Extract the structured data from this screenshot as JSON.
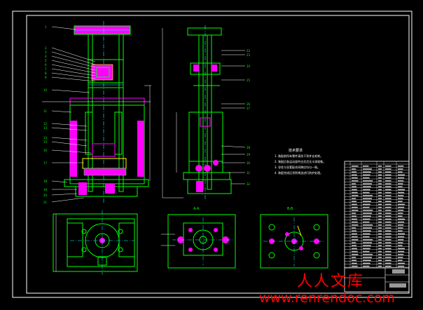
{
  "sections": {
    "section_aa": "A-A",
    "section_bb": "B-B"
  },
  "notes": {
    "title": "技术要求",
    "items": [
      "1. 装配前所有零件清洗干净并去毛刺。",
      "2. 装配后各运动部件应灵活无卡滞现象。",
      "3. 导柱与导套配合间隙应均匀一致。",
      "4. 装配完成后涂防锈油进行防护处理。"
    ]
  },
  "watermark": {
    "cn": "人人文库",
    "url": "www.renrendoc.com"
  },
  "colors": {
    "background": "#000000",
    "frame": "#ffffff",
    "outline": "#00ff00",
    "hidden_line": "#00ffff",
    "part_fill": "#ff00ff",
    "dimension": "#ffff00",
    "watermark": "#ff0000"
  }
}
